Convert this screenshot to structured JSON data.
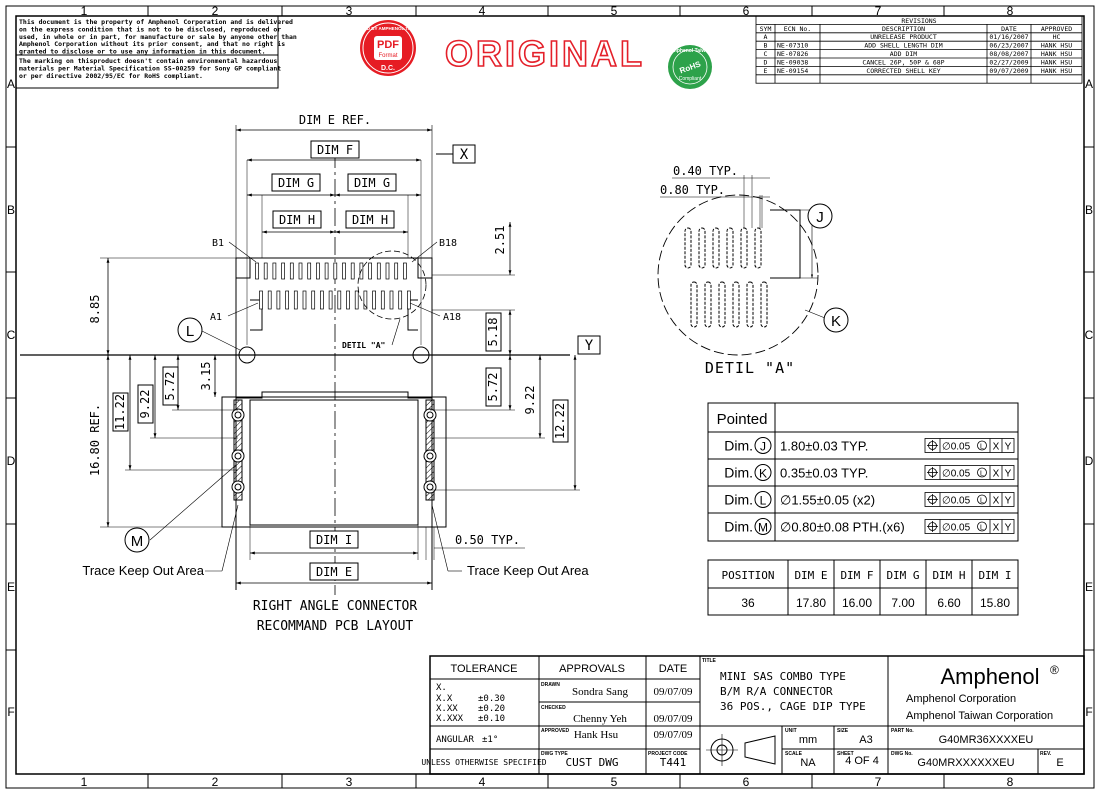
{
  "notice": [
    "This document is the property of Amphenol Corporation and is delivered",
    "on the express condition that is not to be disclosed, reproduced or",
    "used, in whole or in part, for manufacture or sale by anyone other than",
    "Amphenol Corporation without its prior consent, and that no right is",
    "granted to disclose or to use any information in this document.",
    "The marking on thisproduct doesn't contain environmental hazardous",
    "materials per Material Specification SS-00259 for Sony GP compliant",
    "or per directive 2002/95/EC for RoHS compliant."
  ],
  "stamps": {
    "original": "ORIGINAL",
    "pdf_top": "ISSUED BY AMPHENOL TAIWAN",
    "pdf_mid": "PDF",
    "pdf_sub": "Format",
    "pdf_bottom": "D.C.",
    "green_text": "Amphenol Taiwan",
    "green_mid": "RoHS",
    "green_sub": "Compliant"
  },
  "grid": {
    "cols": [
      "1",
      "2",
      "3",
      "4",
      "5",
      "6",
      "7",
      "8"
    ],
    "rows": [
      "A",
      "B",
      "C",
      "D",
      "E",
      "F"
    ]
  },
  "revisions": {
    "title": "REVISIONS",
    "headers": [
      "SYM",
      "ECN No.",
      "DESCRIPTION",
      "DATE",
      "APPROVED"
    ],
    "rows": [
      [
        "A",
        "",
        "UNRELEASE PRODUCT",
        "01/16/2007",
        "HC"
      ],
      [
        "B",
        "NE-07310",
        "ADD SHELL LENGTH DIM",
        "06/23/2007",
        "HANK HSU"
      ],
      [
        "C",
        "NE-07826",
        "ADD DIM",
        "08/08/2007",
        "HANK HSU"
      ],
      [
        "D",
        "NE-09038",
        "CANCEL 26P, 50P & 68P",
        "02/27/2009",
        "HANK HSU"
      ],
      [
        "E",
        "NE-09154",
        "CORRECTED SHELL KEY",
        "09/07/2009",
        "HANK HSU"
      ]
    ]
  },
  "dims": {
    "dim_e_ref": "DIM E REF.",
    "dim_f": "DIM F",
    "dim_g": "DIM G",
    "dim_h": "DIM H",
    "dim_i": "DIM I",
    "dim_e": "DIM E",
    "datum_x": "X",
    "datum_y": "Y",
    "b1": "B1",
    "b18": "B18",
    "a1": "A1",
    "a18": "A18",
    "detail_a_label": "DETIL \"A\"",
    "v885": "8.85",
    "v251": "2.51",
    "v518": "5.18",
    "v315": "3.15",
    "v572": "5.72",
    "v922": "9.22",
    "v1122": "11.22",
    "v1222": "12.22",
    "v1680": "16.80 REF.",
    "v050": "0.50 TYP.",
    "v040": "0.40 TYP.",
    "v080": "0.80 TYP.",
    "l_circ": "L",
    "m_circ": "M",
    "j_circ": "J",
    "k_circ": "K",
    "trace_left": "Trace Keep Out Area",
    "trace_right": "Trace Keep Out Area",
    "caption1": "RIGHT ANGLE CONNECTOR",
    "caption2": "RECOMMAND PCB LAYOUT",
    "detail_title": "DETIL \"A\""
  },
  "pointed_table": {
    "title": "Pointed",
    "rows": [
      {
        "label": "Dim.",
        "letter": "J",
        "value": "1.80±0.03 TYP."
      },
      {
        "label": "Dim.",
        "letter": "K",
        "value": "0.35±0.03 TYP."
      },
      {
        "label": "Dim.",
        "letter": "L",
        "value": "∅1.55±0.05 (x2)"
      },
      {
        "label": "Dim.",
        "letter": "M",
        "value": "∅0.80±0.08 PTH.(x6)"
      }
    ],
    "fcf_tol": "∅0.05",
    "fcf_mod": "L",
    "fcf_x": "X",
    "fcf_y": "Y"
  },
  "position_table": {
    "headers": [
      "POSITION",
      "DIM E",
      "DIM F",
      "DIM G",
      "DIM H",
      "DIM I"
    ],
    "rows": [
      [
        "36",
        "17.80",
        "16.00",
        "7.00",
        "6.60",
        "15.80"
      ]
    ]
  },
  "title_block": {
    "tolerance_head": "TOLERANCE",
    "tol_x": "X.",
    "tol_xx": "X.X",
    "tol_xx_v": "±0.30",
    "tol_xxx": "X.XX",
    "tol_xxx_v": "±0.20",
    "tol_xxxx": "X.XXX",
    "tol_xxxx_v": "±0.10",
    "angular": "ANGULAR",
    "angular_v": "±1°",
    "unless": "UNLESS OTHERWISE SPECIFIED",
    "approvals_head": "APPROVALS",
    "date_head": "DATE",
    "drawn_lbl": "DRAWN",
    "drawn": "Sondra Sang",
    "drawn_date": "09/07/09",
    "checked_lbl": "CHECKED",
    "checked": "Chenny Yeh",
    "checked_date": "09/07/09",
    "approved_lbl": "APPROVED",
    "approved": "Hank Hsu",
    "approved_date": "09/07/09",
    "dwg_type_lbl": "DWG TYPE",
    "dwg_type": "CUST DWG",
    "project_lbl": "PROJECT CODE",
    "project": "T441",
    "title_lbl": "TITLE",
    "title1": "MINI SAS COMBO TYPE",
    "title2": "B/M R/A CONNECTOR",
    "title3": "36 POS., CAGE DIP TYPE",
    "unit_lbl": "UNIT",
    "unit": "mm",
    "size_lbl": "SIZE",
    "size": "A3",
    "scale_lbl": "SCALE",
    "scale": "NA",
    "sheet_lbl": "SHEET",
    "sheet": "4 OF 4",
    "company": "Amphenol",
    "reg": "®",
    "company1": "Amphenol Corporation",
    "company2": "Amphenol Taiwan Corporation",
    "partno_lbl": "PART No.",
    "partno": "G40MR36XXXXEU",
    "dwgno_lbl": "DWG No.",
    "dwgno": "G40MRXXXXXXEU",
    "rev_lbl": "REV.",
    "rev": "E"
  }
}
